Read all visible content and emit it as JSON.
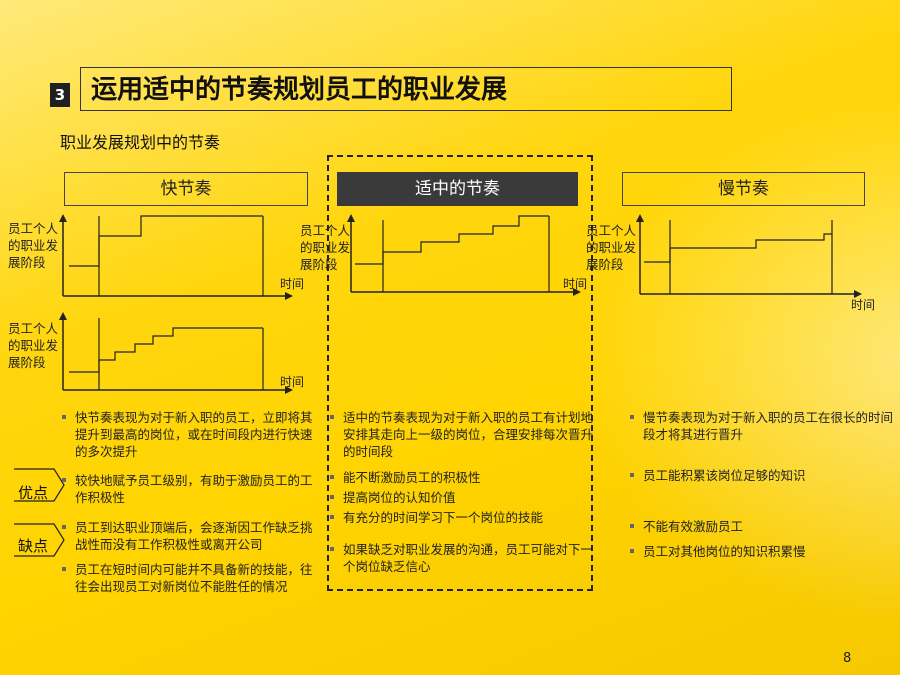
{
  "title": {
    "number": "3",
    "text": "运用适中的节奏规划员工的职业发展"
  },
  "subtitle": "职业发展规划中的节奏",
  "columns": {
    "fast": {
      "label": "快节奏"
    },
    "medium": {
      "label": "适中的节奏"
    },
    "slow": {
      "label": "慢节奏"
    }
  },
  "axis": {
    "ylabel": "员工个人的职业发展阶段",
    "xlabel": "时间"
  },
  "bullets": {
    "fast": [
      "快节奏表现为对于新入职的员工，立即将其提升到最高的岗位，或在时间段内进行快速的多次提升",
      "较快地赋予员工级别，有助于激励员工的工作积极性",
      "员工到达职业顶端后，会逐渐因工作缺乏挑战性而没有工作积极性或离开公司",
      "员工在短时间内可能并不具备新的技能，往往会出现员工对新岗位不能胜任的情况"
    ],
    "medium": [
      "适中的节奏表现为对于新入职的员工有计划地安排其走向上一级的岗位，合理安排每次晋升的时间段",
      "能不断激励员工的积极性",
      "提高岗位的认知价值",
      "有充分的时间学习下一个岗位的技能",
      "如果缺乏对职业发展的沟通，员工可能对下一个岗位缺乏信心"
    ],
    "slow": [
      "慢节奏表现为对于新入职的员工在很长的时间段才将其进行晋升",
      "员工能积累该岗位足够的知识",
      "不能有效激励员工",
      "员工对其他岗位的知识积累慢"
    ]
  },
  "tags": {
    "pros": "优点",
    "cons": "缺点"
  },
  "page_number": "8"
}
